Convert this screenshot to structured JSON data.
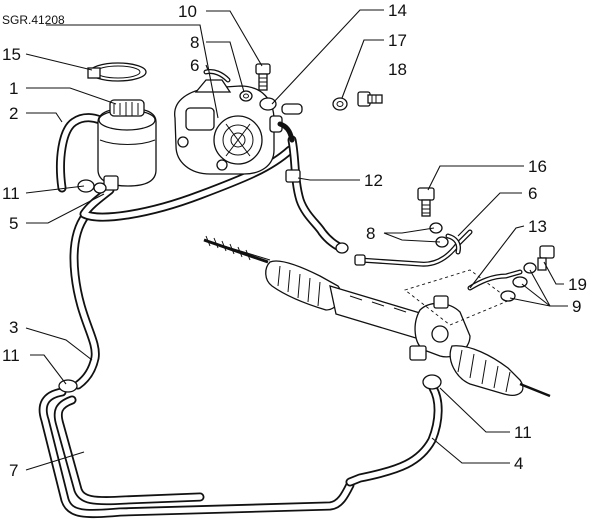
{
  "reference_code": "SGR.41208",
  "callouts": [
    {
      "id": "c15a",
      "text": "15"
    },
    {
      "id": "c1",
      "text": "1"
    },
    {
      "id": "c2",
      "text": "2"
    },
    {
      "id": "c11a",
      "text": "11"
    },
    {
      "id": "c5",
      "text": "5"
    },
    {
      "id": "c3",
      "text": "3"
    },
    {
      "id": "c11b",
      "text": "11"
    },
    {
      "id": "c7",
      "text": "7"
    },
    {
      "id": "c10",
      "text": "10"
    },
    {
      "id": "c8a",
      "text": "8"
    },
    {
      "id": "c6a",
      "text": "6"
    },
    {
      "id": "c14",
      "text": "14"
    },
    {
      "id": "c17",
      "text": "17"
    },
    {
      "id": "c18",
      "text": "18"
    },
    {
      "id": "c12",
      "text": "12"
    },
    {
      "id": "c16",
      "text": "16"
    },
    {
      "id": "c6b",
      "text": "6"
    },
    {
      "id": "c8b",
      "text": "8"
    },
    {
      "id": "c13",
      "text": "13"
    },
    {
      "id": "c19",
      "text": "19"
    },
    {
      "id": "c9",
      "text": "9"
    },
    {
      "id": "c11c",
      "text": "11"
    },
    {
      "id": "c4",
      "text": "4"
    }
  ]
}
